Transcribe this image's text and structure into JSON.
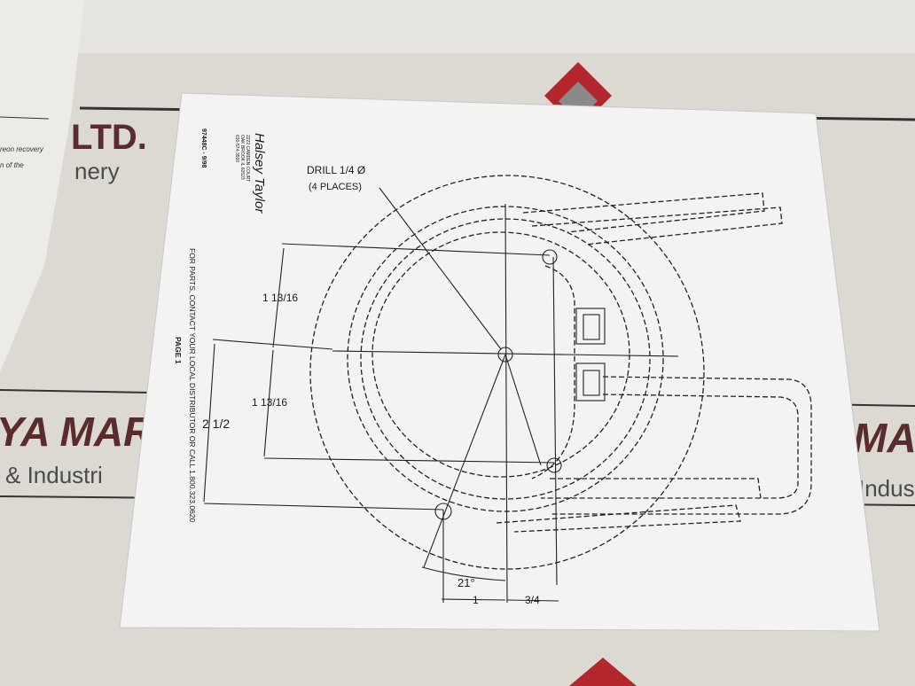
{
  "background_signage": {
    "top_right_text": "LTD.",
    "top_right_sub": "nery",
    "mid_left_text": "YA MAR",
    "mid_left_sub": "& Industri",
    "mid_right_text": "MAR",
    "mid_right_sub": "Indust",
    "brand_color": "#b3262b"
  },
  "left_paper": {
    "line1": "reon recovery",
    "line2": "n of the"
  },
  "sheet": {
    "brand": "Halsey Taylor",
    "address_line1": "2222 CAMDEN COURT",
    "address_line2": "OAK BROOK IL 60523",
    "address_line3": "630-574-3500",
    "doc_number": "97448C - 9/98",
    "footer": "FOR PARTS, CONTACT YOUR LOCAL DISTRIBUTOR OR CALL 1.800.323.0620",
    "page": "PAGE 1"
  },
  "drawing": {
    "drill_label": "DRILL 1/4 Ø",
    "drill_places": "(4 PLACES)",
    "dim_upper": "1 13/16",
    "dim_lower": "1 13/16",
    "dim_total": "2 1/2",
    "angle": "21°",
    "dim_left": "1",
    "dim_right": "3/4"
  }
}
